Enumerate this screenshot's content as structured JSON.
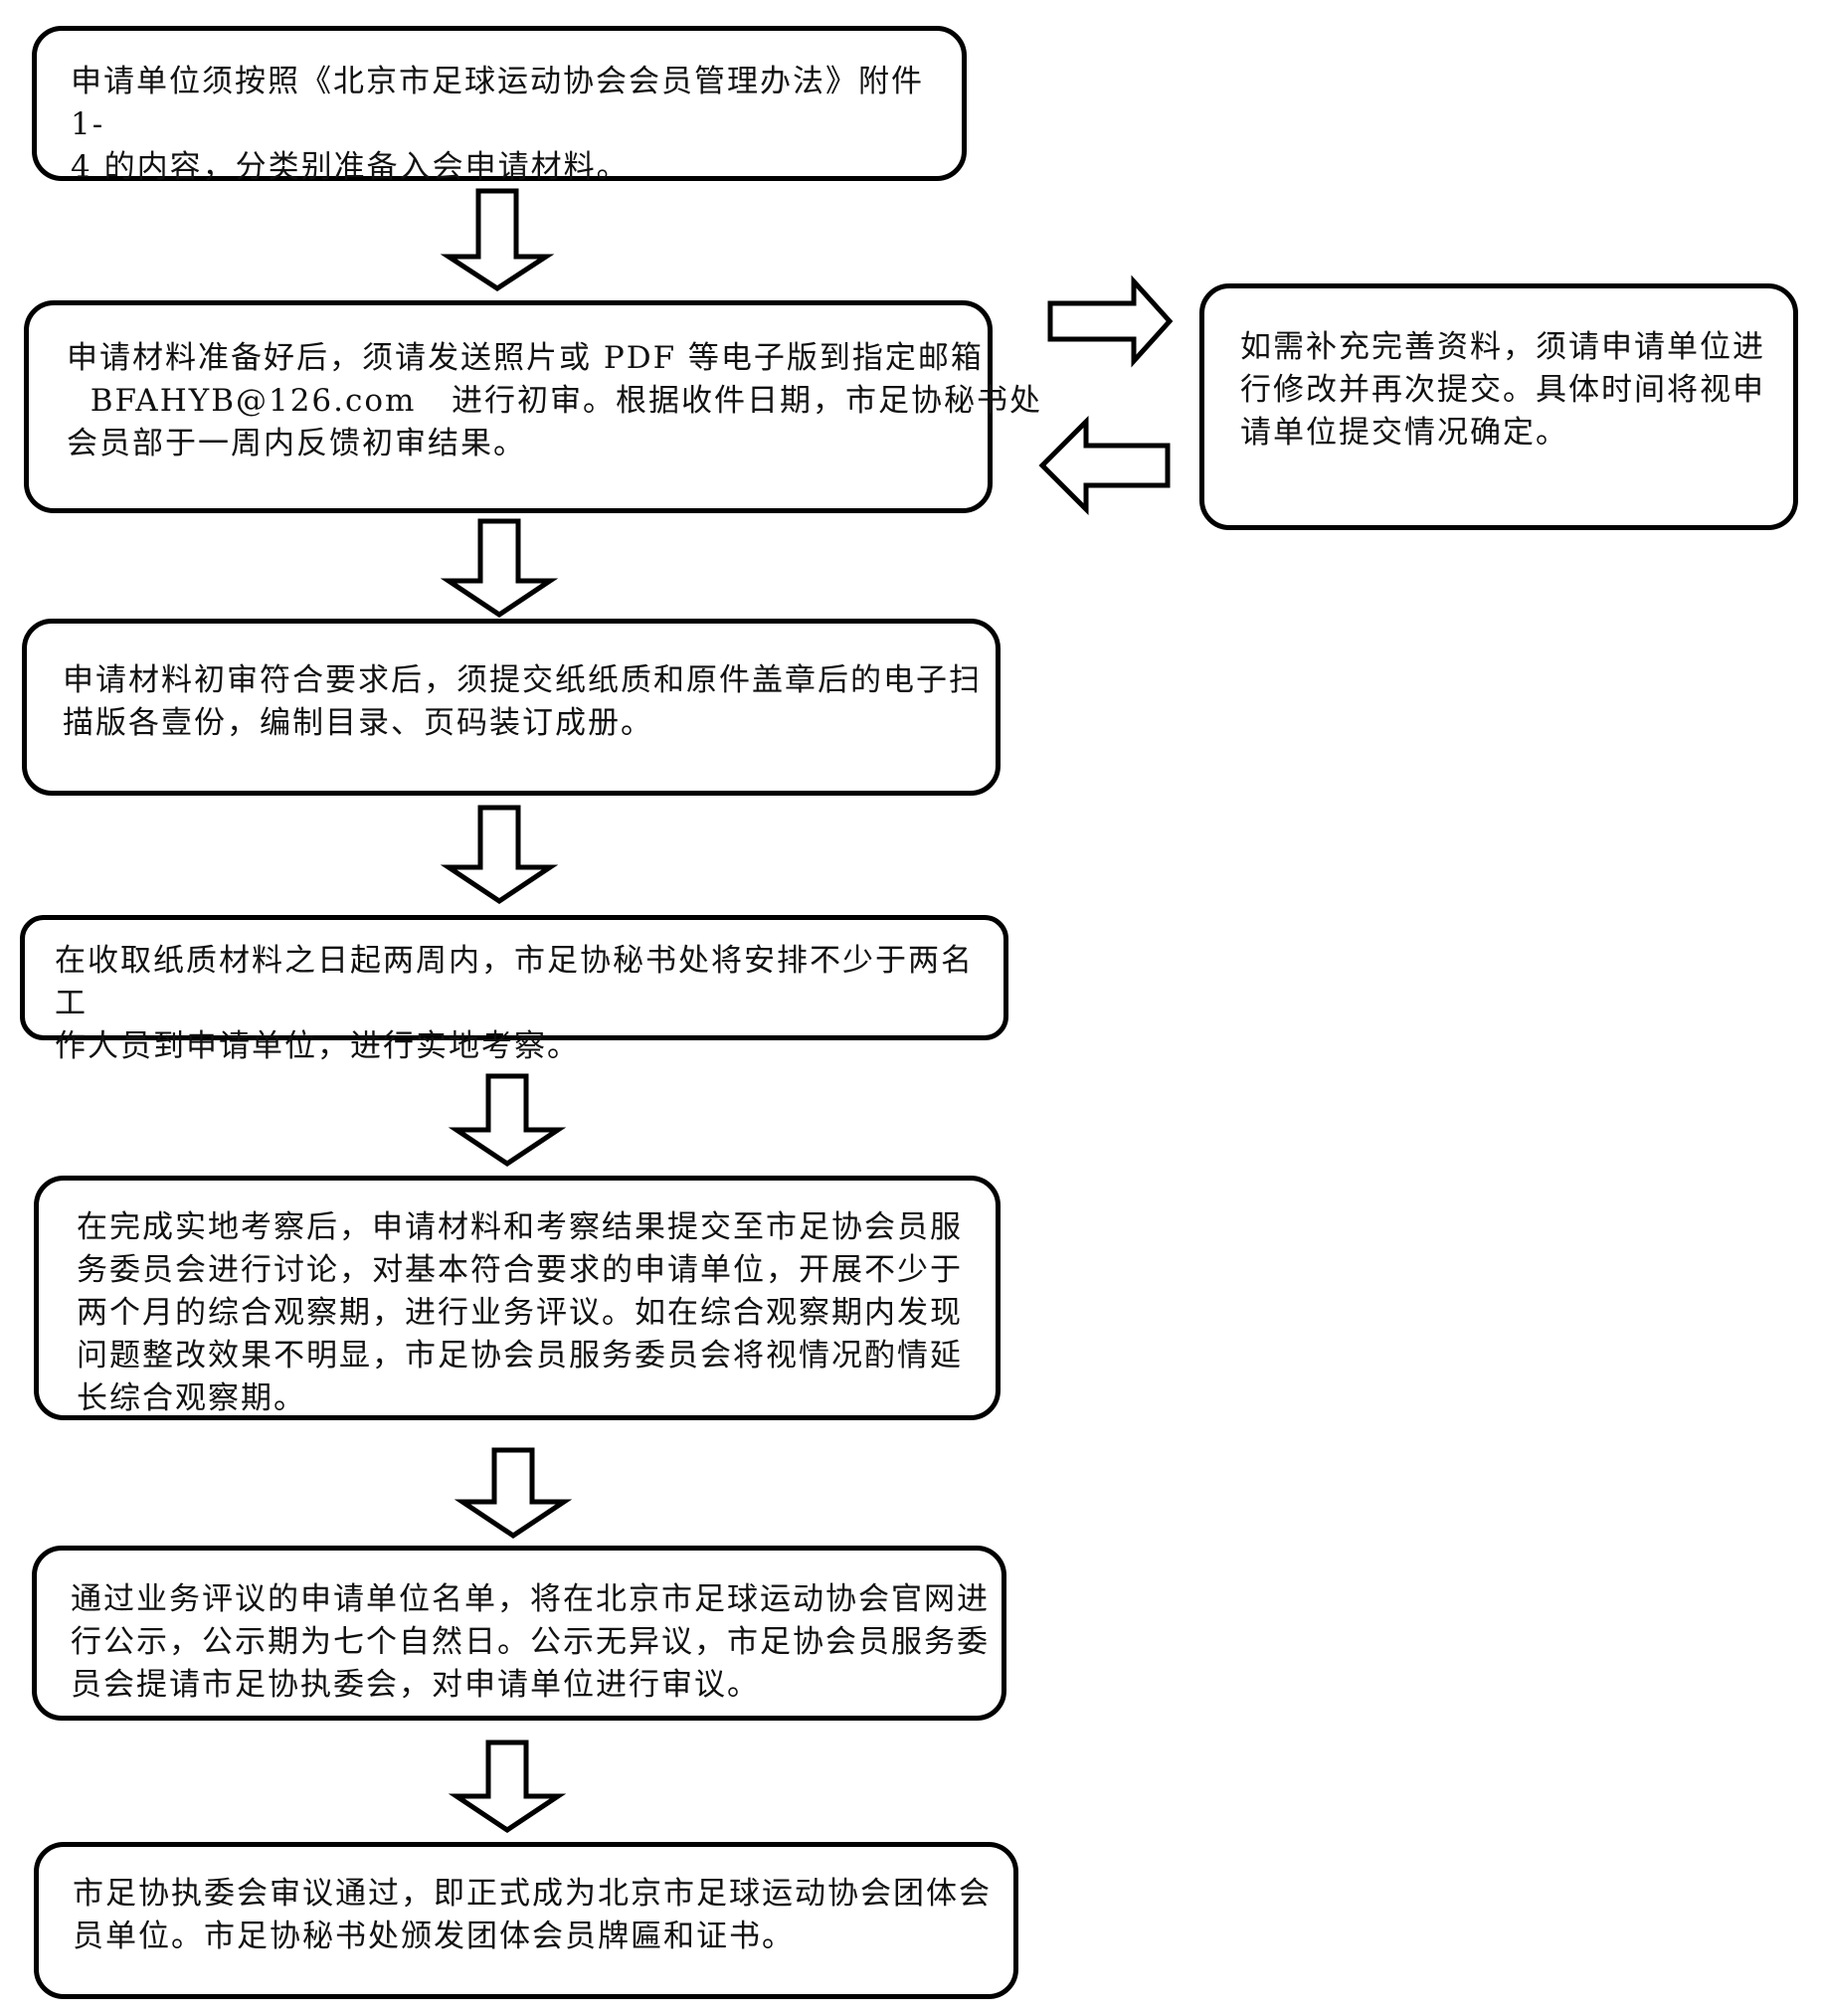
{
  "flowchart": {
    "steps": [
      {
        "id": "step-1",
        "lines": [
          "申请单位须按照《北京市足球运动协会会员管理办法》附件 1-",
          "4 的内容，分类别准备入会申请材料。"
        ]
      },
      {
        "id": "step-2",
        "lines": [
          "申请材料准备好后，须请发送照片或 PDF 等电子版到指定邮箱",
          "  BFAHYB@126.com   进行初审。根据收件日期，市足协秘书处",
          "会员部于一周内反馈初审结果。"
        ]
      },
      {
        "id": "step-3",
        "lines": [
          "申请材料初审符合要求后，须提交纸纸质和原件盖章后的电子扫",
          "描版各壹份，编制目录、页码装订成册。"
        ]
      },
      {
        "id": "step-4",
        "lines": [
          "在收取纸质材料之日起两周内，市足协秘书处将安排不少于两名工",
          "作人员到申请单位，进行实地考察。"
        ]
      },
      {
        "id": "step-5",
        "lines": [
          "在完成实地考察后，申请材料和考察结果提交至市足协会员服",
          "务委员会进行讨论，对基本符合要求的申请单位，开展不少于",
          "两个月的综合观察期，进行业务评议。如在综合观察期内发现",
          "问题整改效果不明显，市足协会员服务委员会将视情况酌情延",
          "长综合观察期。"
        ]
      },
      {
        "id": "step-6",
        "lines": [
          "通过业务评议的申请单位名单，将在北京市足球运动协会官网进",
          "行公示，公示期为七个自然日。公示无异议，市足协会员服务委",
          "员会提请市足协执委会，对申请单位进行审议。"
        ]
      },
      {
        "id": "step-7",
        "lines": [
          "市足协执委会审议通过，即正式成为北京市足球运动协会团体会",
          "员单位。市足协秘书处颁发团体会员牌匾和证书。"
        ]
      }
    ],
    "side_note": {
      "id": "side-note",
      "lines": [
        "如需补充完善资料，须请申请单位进",
        "行修改并再次提交。具体时间将视申",
        "请单位提交情况确定。"
      ]
    }
  }
}
